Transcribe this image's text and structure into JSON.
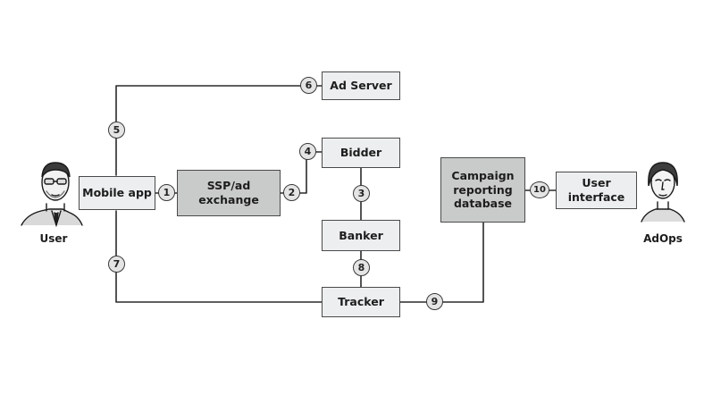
{
  "nodes": {
    "mobile_app": "Mobile app",
    "ssp": "SSP/ad exchange",
    "ad_server": "Ad Server",
    "bidder": "Bidder",
    "banker": "Banker",
    "tracker": "Tracker",
    "campaign_db": "Campaign reporting database",
    "user_interface": "User interface"
  },
  "people": {
    "user": "User",
    "adops": "AdOps"
  },
  "steps": [
    "1",
    "2",
    "3",
    "4",
    "5",
    "6",
    "7",
    "8",
    "9",
    "10"
  ]
}
